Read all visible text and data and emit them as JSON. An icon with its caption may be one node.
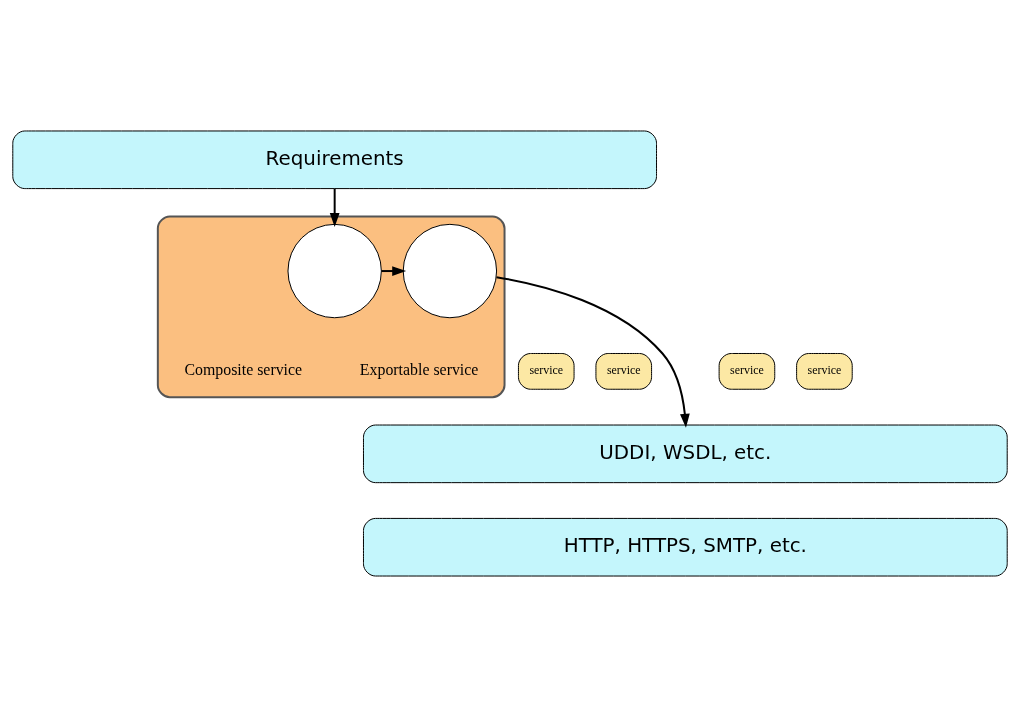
{
  "diagram": {
    "nodes": [
      {
        "text": [
          "Requirements"
        ]
      },
      {
        "text": [],
        "shape": "cloud"
      },
      {
        "text": [],
        "shape": "circle",
        "in": 1,
        "beside": [
          "Composite service"
        ]
      },
      {
        "text": [],
        "shape": "circle",
        "in": 1,
        "beside": [
          "Exportable service"
        ]
      },
      {
        "text": [
          "service"
        ]
      },
      {
        "text": [
          "service"
        ]
      },
      {
        "text": [
          "service"
        ]
      },
      {
        "text": [
          "service"
        ]
      },
      {
        "text": [
          "UDDI, WSDL, etc."
        ]
      },
      {
        "text": [
          "HTTP, HTTPS, SMTP, etc."
        ]
      }
    ],
    "edges": [
      {
        "from": 0,
        "to": 2,
        "arrow": "to"
      },
      {
        "from": 2,
        "to": 3,
        "arrow": "to"
      },
      {
        "from": 3,
        "to": 8,
        "arrow": "to"
      }
    ]
  }
}
